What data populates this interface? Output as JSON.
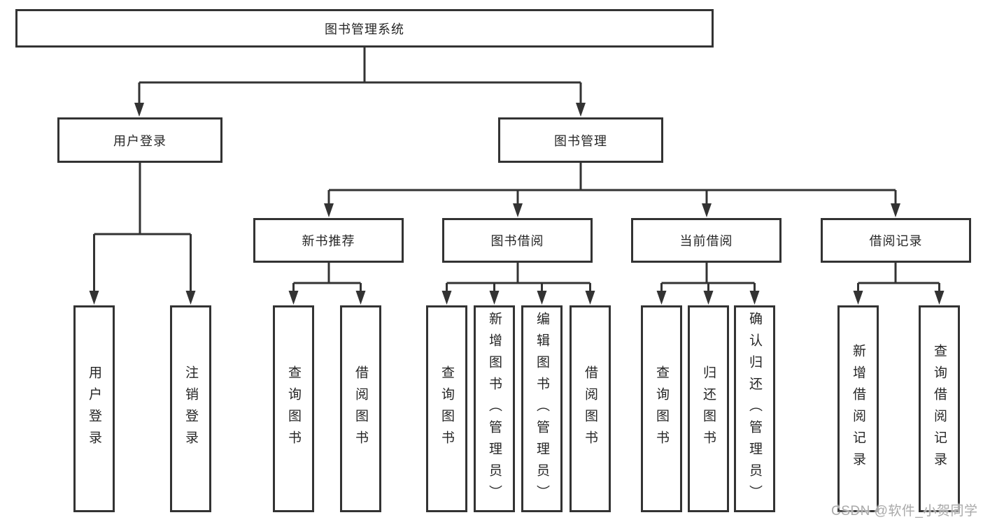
{
  "diagram": {
    "root": {
      "label": "图书管理系统"
    },
    "branches": [
      {
        "label": "用户登录",
        "children": [
          "用户登录",
          "注销登录"
        ]
      },
      {
        "label": "图书管理",
        "modules": [
          {
            "label": "新书推荐",
            "children": [
              "查询图书",
              "借阅图书"
            ]
          },
          {
            "label": "图书借阅",
            "children": [
              "查询图书",
              "新增图书（管理员）",
              "编辑图书（管理员）",
              "借阅图书"
            ]
          },
          {
            "label": "当前借阅",
            "children": [
              "查询图书",
              "归还图书",
              "确认归还（管理员）"
            ]
          },
          {
            "label": "借阅记录",
            "children": [
              "新增借阅记录",
              "查询借阅记录"
            ]
          }
        ]
      }
    ]
  },
  "watermark": {
    "text": "CSDN @软件_小贺同学"
  },
  "colors": {
    "line": "#333333",
    "box_border": "#333333",
    "box_background": "#ffffff",
    "text": "#262626",
    "watermark": "#a9a9a9"
  }
}
